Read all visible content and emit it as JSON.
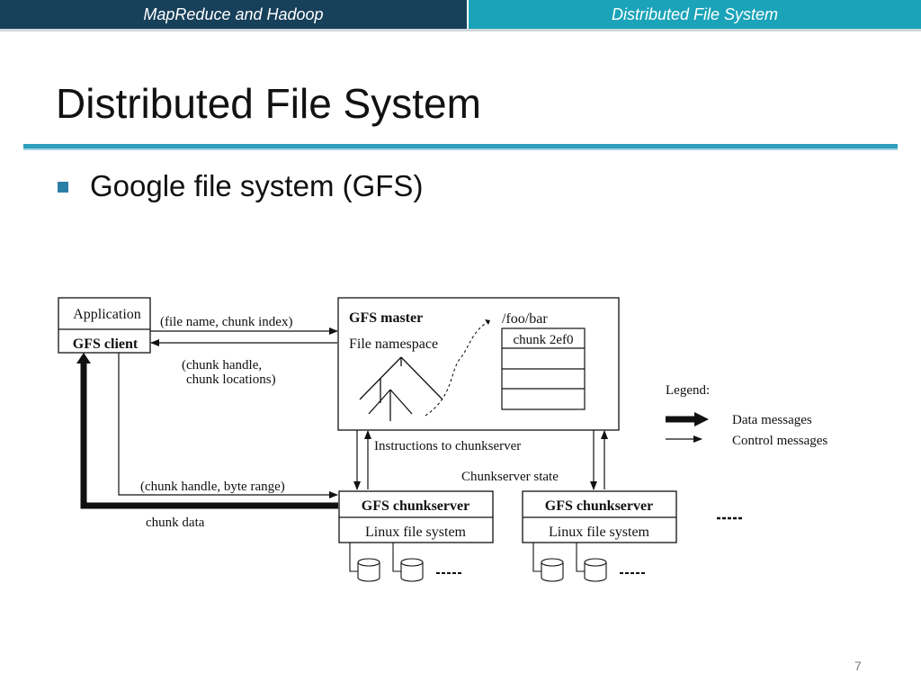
{
  "header": {
    "left_label": "MapReduce and Hadoop",
    "right_label": "Distributed File System",
    "accent_dark": "#17405a",
    "accent_light": "#1aa3b9"
  },
  "slide": {
    "title": "Distributed File System",
    "bullet": "Google file system (GFS)",
    "page_number": "7"
  },
  "diagram": {
    "application_label": "Application",
    "gfs_client_label": "GFS client",
    "file_name_chunk_index": "(file name, chunk index)",
    "chunk_handle_line1": "(chunk handle,",
    "chunk_handle_line2": "chunk locations)",
    "gfs_master_label": "GFS master",
    "file_namespace_label": "File namespace",
    "path_label": "/foo/bar",
    "chunk_label": "chunk 2ef0",
    "instructions_label": "Instructions to chunkserver",
    "chunkserver_state_label": "Chunkserver state",
    "chunk_handle_byte_range": "(chunk handle, byte range)",
    "chunk_data_label": "chunk data",
    "chunkserver_label": "GFS chunkserver",
    "linux_fs_label": "Linux file system",
    "legend_title": "Legend:",
    "legend_data": "Data messages",
    "legend_control": "Control messages"
  }
}
